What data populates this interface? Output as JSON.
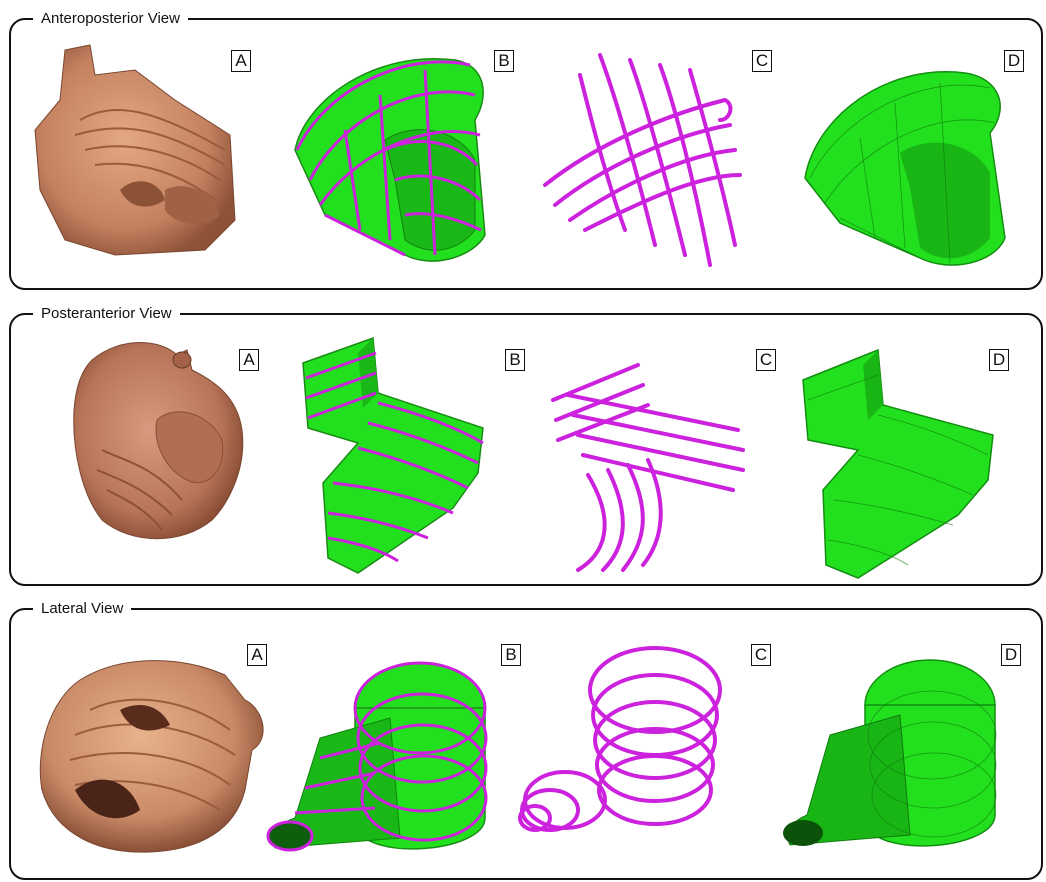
{
  "panels": [
    {
      "title": "Anteroposterior View",
      "labels": [
        "A",
        "B",
        "C",
        "D"
      ]
    },
    {
      "title": "Posteranterior View",
      "labels": [
        "A",
        "B",
        "C",
        "D"
      ]
    },
    {
      "title": "Lateral View",
      "labels": [
        "A",
        "B",
        "C",
        "D"
      ]
    }
  ],
  "colors": {
    "model_green": "#22e01e",
    "helix_magenta": "#cc22dd",
    "tissue": "#c98a67",
    "frame": "#111111"
  }
}
